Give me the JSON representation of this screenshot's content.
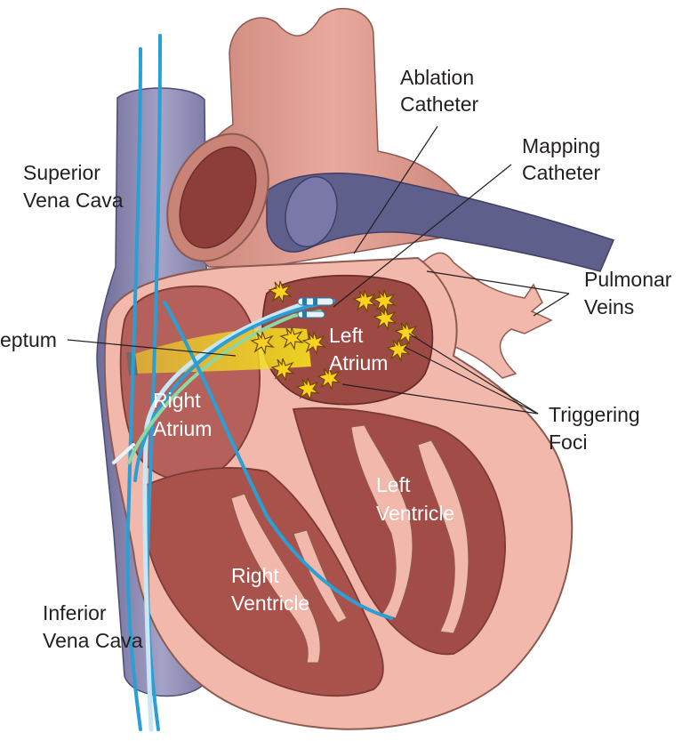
{
  "labels": {
    "ablation_catheter": [
      "Ablation",
      "Catheter"
    ],
    "mapping_catheter": [
      "Mapping",
      "Catheter"
    ],
    "superior_vena_cava": [
      "Superior",
      "Vena Cava"
    ],
    "pulmonary_veins": [
      "Pulmonar",
      "Veins"
    ],
    "septum": [
      "eptum"
    ],
    "left_atrium": [
      "Left",
      "Atrium"
    ],
    "right_atrium": [
      "Right",
      "Atrium"
    ],
    "triggering_foci": [
      "Triggering",
      "Foci"
    ],
    "left_ventricle": [
      "Left",
      "Ventricle"
    ],
    "right_ventricle": [
      "Right",
      "Ventricle"
    ],
    "inferior_vena_cava": [
      "Inferior",
      "Vena Cava"
    ]
  },
  "colors": {
    "heart_wall": "#f2b8ac",
    "heart_outline": "#8c5a50",
    "chamber": "#b5605a",
    "chamber_dark": "#7d3a36",
    "vena_cava": "#8a88b0",
    "pulmonary_artery": "#5f5f8c",
    "catheter": "#2a9fd6",
    "septum_highlight": "#f5e020",
    "foci": "#ffd21f"
  },
  "icons": {
    "focus_marker": "starburst-icon"
  }
}
